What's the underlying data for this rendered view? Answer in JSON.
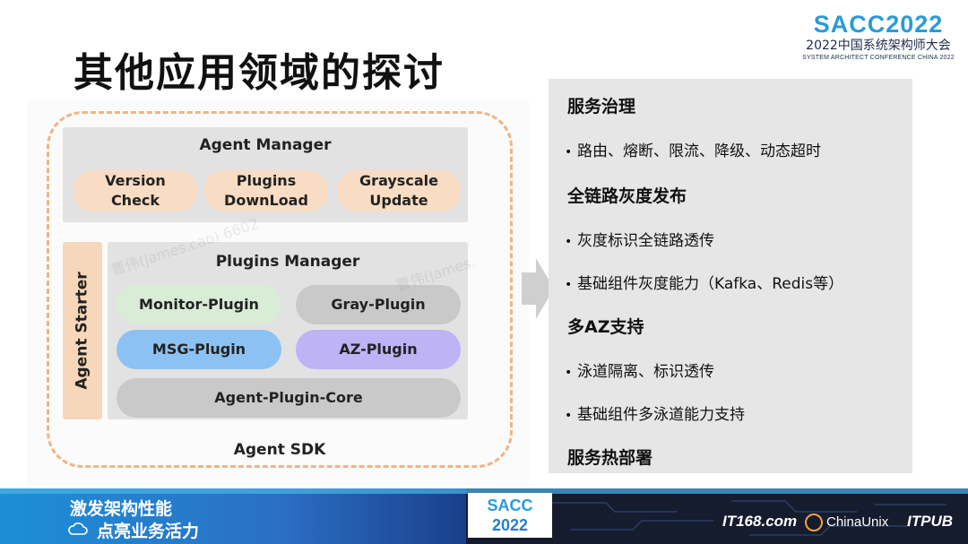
{
  "header": {
    "logo_main": "SACC2022",
    "logo_sub": "2022中国系统架构师大会",
    "logo_small": "SYSTEM ARCHITECT CONFERENCE CHINA 2022",
    "title": "其他应用领域的探讨"
  },
  "diagram": {
    "agent_manager": {
      "title": "Agent Manager",
      "items": [
        "Version\nCheck",
        "Plugins\nDownLoad",
        "Grayscale\nUpdate"
      ]
    },
    "agent_starter": "Agent Starter",
    "plugins_manager": {
      "title": "Plugins Manager",
      "monitor": "Monitor-Plugin",
      "gray": "Gray-Plugin",
      "msg": "MSG-Plugin",
      "az": "AZ-Plugin",
      "core": "Agent-Plugin-Core"
    },
    "sdk_label": "Agent SDK",
    "watermarks": [
      "曹伟(james.cao) 6602",
      "曹伟(james."
    ]
  },
  "info": {
    "sections": [
      {
        "heading": "服务治理",
        "items": [
          "路由、熔断、限流、降级、动态超时"
        ]
      },
      {
        "heading": "全链路灰度发布",
        "items": [
          "灰度标识全链路透传",
          "基础组件灰度能力（Kafka、Redis等）"
        ]
      },
      {
        "heading": "多AZ支持",
        "items": [
          "泳道隔离、标识透传",
          "基础组件多泳道能力支持"
        ]
      },
      {
        "heading": "服务热部署",
        "items": []
      }
    ]
  },
  "footer": {
    "slogan1": "激发架构性能",
    "slogan2": "点亮业务活力",
    "logo_line1": "SACC",
    "logo_line2": "2022",
    "sponsors": [
      "IT168.com",
      "ChinaUnix",
      "ITPUB"
    ]
  },
  "colors": {
    "accent_blue": "#2a9bd8",
    "panel_gray": "#e2e2e2",
    "orange_pill": "#f8dcc4",
    "dash_orange": "#f0b487"
  }
}
